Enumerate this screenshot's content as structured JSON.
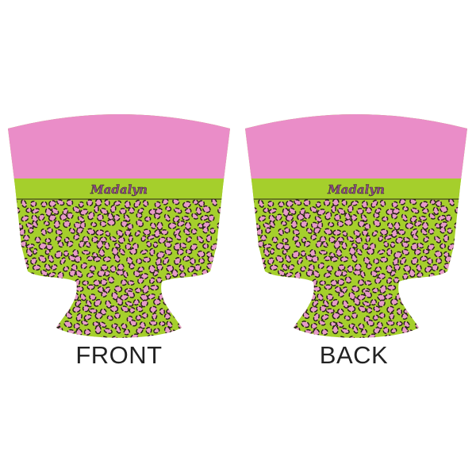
{
  "product": {
    "personalized_name": "Madalyn",
    "colors": {
      "top_band": "#ea8dc8",
      "name_band": "#a5cf2c",
      "leopard_base": "#a5cf2c",
      "spot_outline": "#2a2318",
      "spot_fill": "#e79bc9",
      "name_text": "#8e4a86"
    }
  },
  "views": {
    "front": {
      "label": "FRONT"
    },
    "back": {
      "label": "BACK"
    }
  }
}
